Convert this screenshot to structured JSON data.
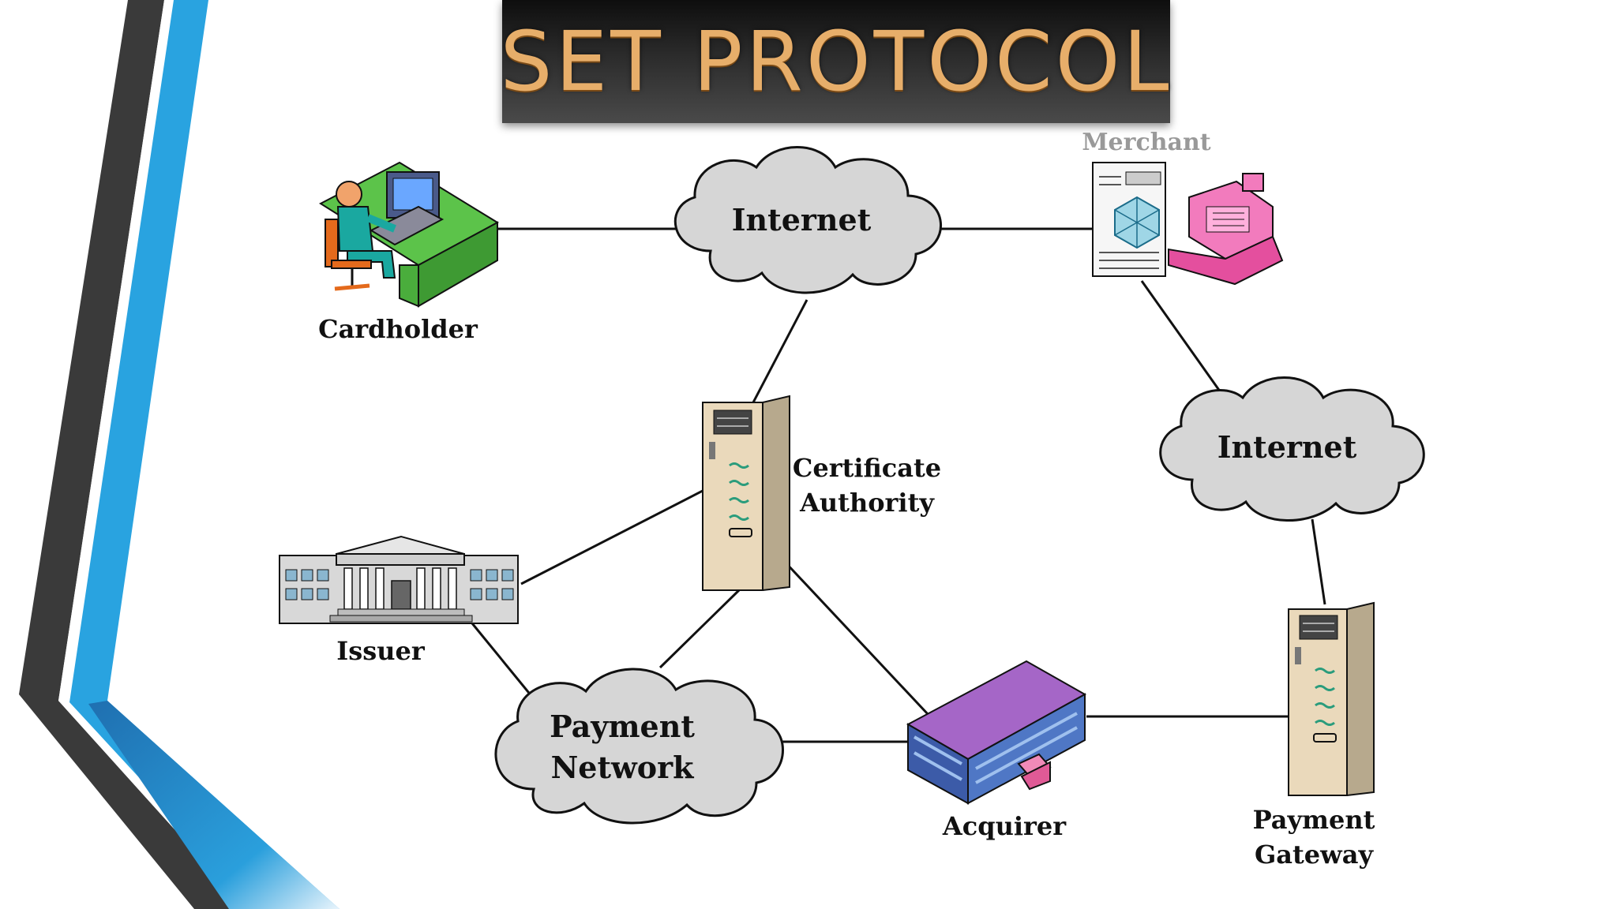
{
  "slide": {
    "title": "SET PROTOCOL",
    "accent_color": "#29a3e0",
    "dark_color": "#3a3a3a"
  },
  "diagram": {
    "nodes": {
      "cardholder": {
        "label": "Cardholder",
        "icon": "cardholder-workstation-icon"
      },
      "internet_top": {
        "label": "Internet",
        "icon": "cloud-icon"
      },
      "merchant": {
        "label": "Merchant",
        "icon": "merchant-register-icon"
      },
      "internet_right": {
        "label": "Internet",
        "icon": "cloud-icon"
      },
      "certificate_authority": {
        "label_line1": "Certificate",
        "label_line2": "Authority",
        "icon": "server-tower-icon"
      },
      "issuer": {
        "label": "Issuer",
        "icon": "bank-building-icon"
      },
      "payment_network": {
        "label_line1": "Payment",
        "label_line2": "Network",
        "icon": "cloud-icon"
      },
      "acquirer": {
        "label": "Acquirer",
        "icon": "office-building-icon"
      },
      "payment_gateway": {
        "label_line1": "Payment",
        "label_line2": "Gateway",
        "icon": "server-tower-icon"
      }
    },
    "edges": [
      [
        "cardholder",
        "internet_top"
      ],
      [
        "internet_top",
        "merchant"
      ],
      [
        "internet_top",
        "certificate_authority"
      ],
      [
        "merchant",
        "internet_right"
      ],
      [
        "internet_right",
        "payment_gateway"
      ],
      [
        "certificate_authority",
        "issuer"
      ],
      [
        "certificate_authority",
        "payment_network"
      ],
      [
        "certificate_authority",
        "acquirer"
      ],
      [
        "issuer",
        "payment_network"
      ],
      [
        "payment_network",
        "acquirer"
      ],
      [
        "acquirer",
        "payment_gateway"
      ]
    ]
  }
}
